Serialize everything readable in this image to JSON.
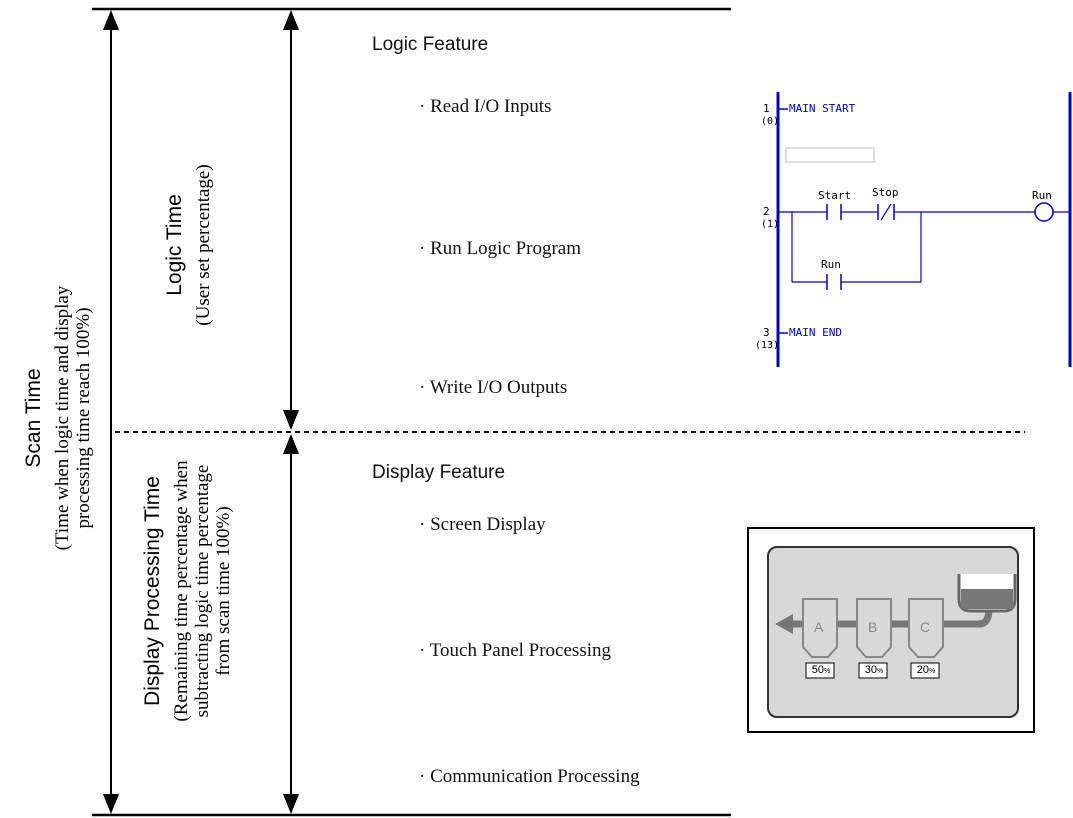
{
  "scan": {
    "title": "Scan Time",
    "note_line1": "(Time when logic time and display",
    "note_line2": "processing time reach 100%)"
  },
  "logic_time": {
    "title": "Logic Time",
    "note": "(User set percentage)"
  },
  "display_time": {
    "title": "Display Processing Time",
    "note_line1": "(Remaining time percentage when",
    "note_line2": "subtracting logic time percentage",
    "note_line3": "from scan time 100%)"
  },
  "logic_feature": {
    "heading": "Logic Feature",
    "items": [
      "· Read I/O Inputs",
      "· Run Logic Program",
      "· Write I/O Outputs"
    ]
  },
  "display_feature": {
    "heading": "Display Feature",
    "items": [
      "· Screen Display",
      "· Touch Panel Processing",
      "· Communication Processing"
    ]
  },
  "ladder": {
    "rung1_num": "1",
    "rung1_addr": "(0)",
    "rung1_label": "MAIN START",
    "rung2_num": "2",
    "rung2_addr": "(1)",
    "contact_start": "Start",
    "contact_stop": "Stop",
    "coil_run": "Run",
    "contact_run": "Run",
    "rung3_num": "3",
    "rung3_addr": "(13)",
    "rung3_label": "MAIN END",
    "label_color": "#0000cc"
  },
  "screen": {
    "tank_a": "A",
    "tank_b": "B",
    "tank_c": "C",
    "pct_a": "50",
    "pct_b": "30",
    "pct_c": "20",
    "pct_unit": "%"
  }
}
